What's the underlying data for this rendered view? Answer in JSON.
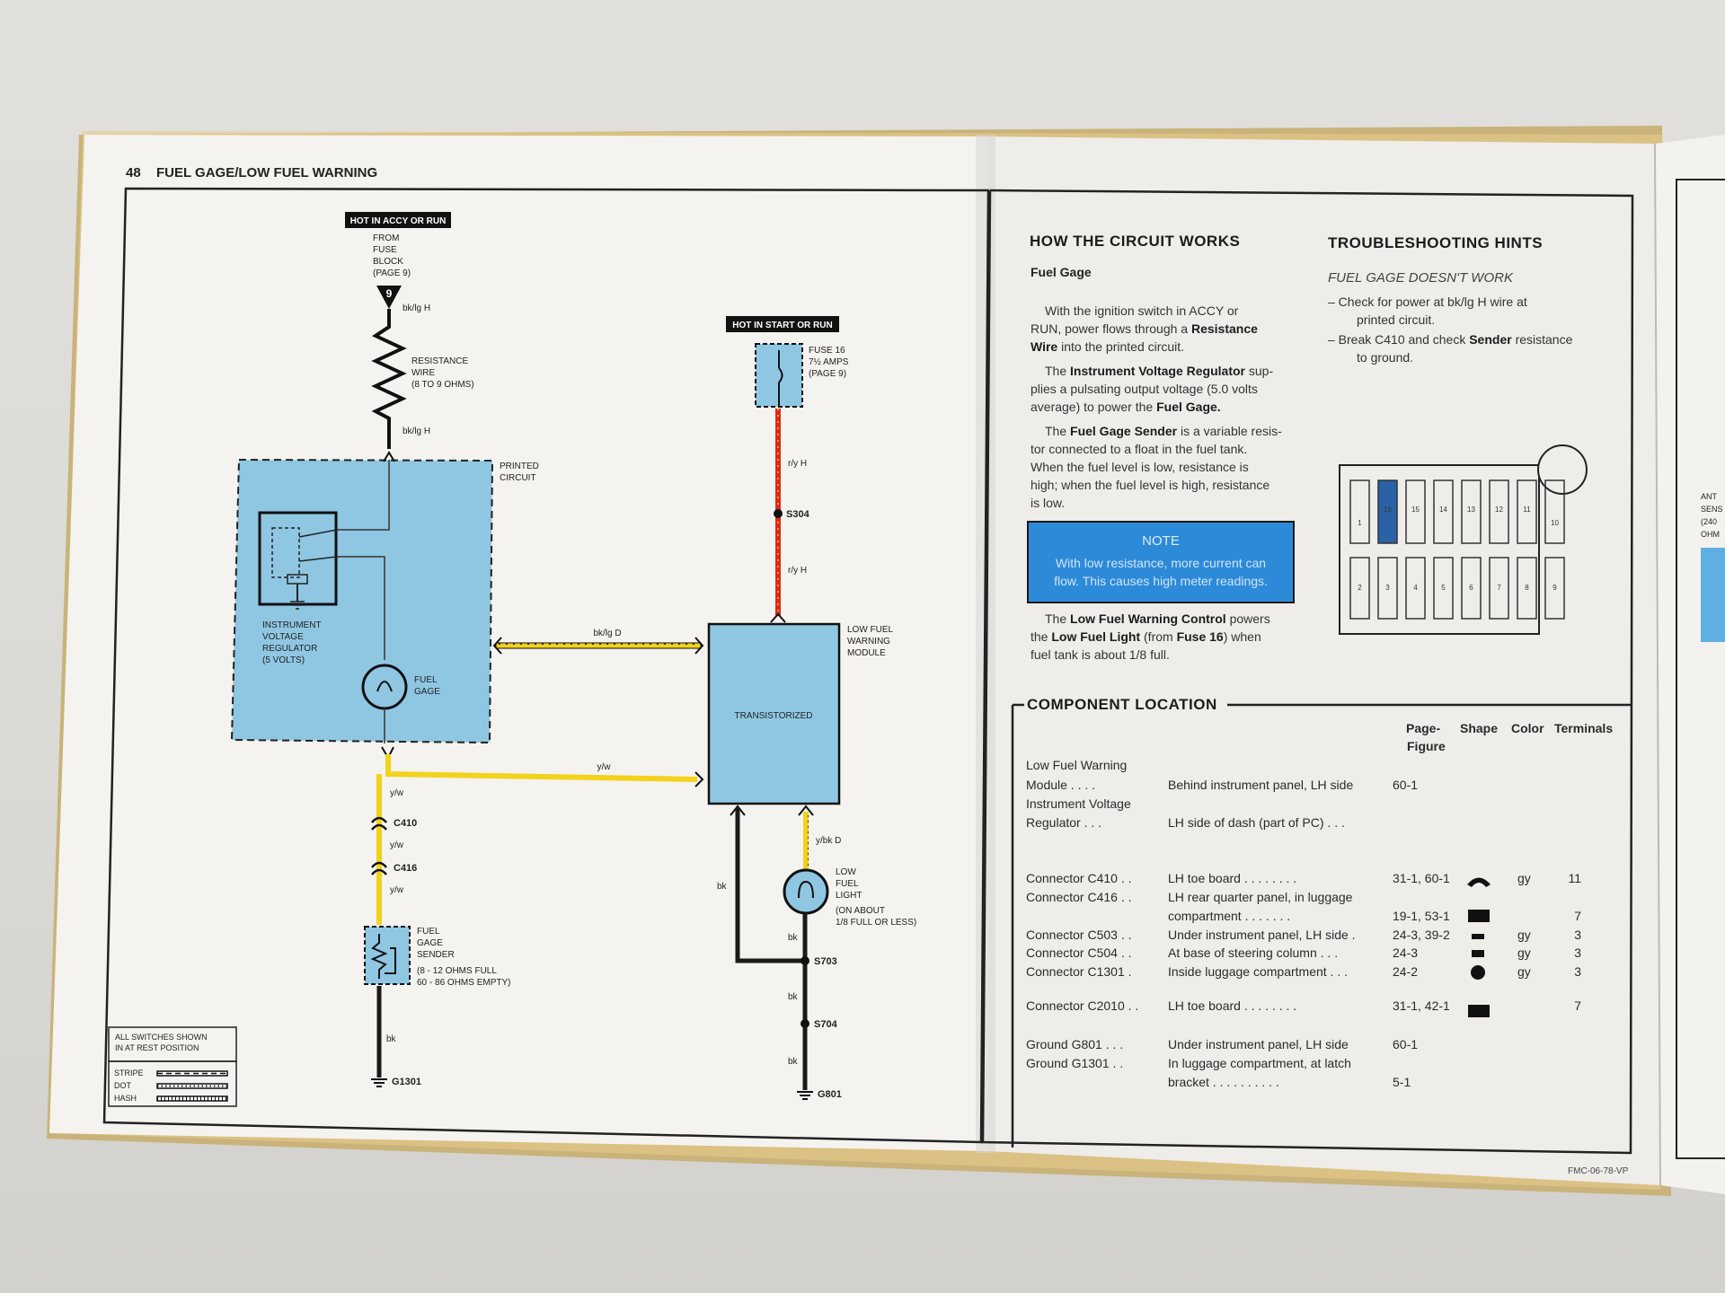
{
  "page": {
    "number": "48",
    "title": "FUEL GAGE/LOW FUEL WARNING",
    "code": "FMC-06-78-VP"
  },
  "diagram": {
    "hot_accy": "HOT IN ACCY OR RUN",
    "from_fuse": [
      "FROM",
      "FUSE",
      "BLOCK",
      "(PAGE 9)"
    ],
    "fuse9": "9",
    "wire_bklgH_1": "bk/lg H",
    "resistance_wire": [
      "RESISTANCE",
      "WIRE",
      "(8 TO 9 OHMS)"
    ],
    "wire_bklgH_2": "bk/lg H",
    "printed_circuit": [
      "PRINTED",
      "CIRCUIT"
    ],
    "regulator": [
      "INSTRUMENT",
      "VOLTAGE",
      "REGULATOR",
      "(5 VOLTS)"
    ],
    "fuel_gage": [
      "FUEL",
      "GAGE"
    ],
    "wire_bklgD": "bk/lg D",
    "wire_yw_h": "y/w",
    "wire_yw_1": "y/w",
    "c410": "C410",
    "wire_yw_2": "y/w",
    "c416": "C416",
    "wire_yw_3": "y/w",
    "sender": [
      "FUEL",
      "GAGE",
      "SENDER",
      "(8 - 12 OHMS FULL",
      "60 - 86 OHMS EMPTY)"
    ],
    "wire_bk_left": "bk",
    "g1301": "G1301",
    "hot_start": "HOT IN START OR RUN",
    "fuse16": [
      "FUSE 16",
      "7½ AMPS",
      "(PAGE 9)"
    ],
    "wire_ryH_1": "r/y H",
    "s304": "S304",
    "wire_ryH_2": "r/y H",
    "module_label": [
      "LOW FUEL",
      "WARNING",
      "MODULE"
    ],
    "module_text": "TRANSISTORIZED",
    "wire_ybkD": "y/bk D",
    "low_light": [
      "LOW",
      "FUEL",
      "LIGHT",
      "(ON ABOUT",
      "1/8 FULL OR LESS)"
    ],
    "wire_bk_mod": "bk",
    "wire_bk_s703": "bk",
    "s703": "S703",
    "wire_bk_s704": "bk",
    "s704": "S704",
    "wire_bk_g801": "bk",
    "g801": "G801",
    "legend": {
      "title": [
        "ALL SWITCHES SHOWN",
        "IN AT REST POSITION"
      ],
      "stripe": "STRIPE",
      "dot": "DOT",
      "hash": "HASH"
    }
  },
  "how": {
    "heading": "HOW THE CIRCUIT WORKS",
    "sub": "Fuel Gage",
    "p1": [
      [
        "With the ignition switch in ACCY or"
      ],
      [
        "RUN, power flows through a ",
        "Resistance"
      ],
      [
        "Wire",
        " into the printed circuit."
      ]
    ],
    "p2": [
      [
        "The ",
        "Instrument Voltage Regulator",
        " sup-"
      ],
      [
        "plies a pulsating output voltage (5.0 volts"
      ],
      [
        "average) to power the ",
        "Fuel Gage."
      ]
    ],
    "p3": [
      [
        "The ",
        "Fuel Gage Sender",
        " is a variable resis-"
      ],
      [
        "tor connected to a float in the fuel tank."
      ],
      [
        "When the fuel level is low, resistance is"
      ],
      [
        "high; when the fuel level is high, resistance"
      ],
      [
        "is low."
      ]
    ],
    "note_title": "NOTE",
    "note_lines": [
      "With low resistance, more current can",
      "flow.  This causes high meter readings."
    ],
    "p4": [
      [
        "The ",
        "Low Fuel Warning Control",
        " powers"
      ],
      [
        "the ",
        "Low Fuel Light",
        " (from ",
        "Fuse 16",
        ") when"
      ],
      [
        "fuel tank is about 1/8 full."
      ]
    ]
  },
  "hints": {
    "heading": "TROUBLESHOOTING HINTS",
    "title": "FUEL GAGE DOESN'T WORK",
    "lines": [
      "– Check  for  power  at  bk/lg  H  wire  at",
      "printed circuit.",
      "– Break C410 and check ",
      "Sender",
      " resistance",
      "to ground."
    ]
  },
  "fuse_block": {
    "top": [
      "1",
      "16",
      "15",
      "14",
      "13",
      "12",
      "11",
      "10"
    ],
    "bottom": [
      "2",
      "3",
      "4",
      "5",
      "6",
      "7",
      "8",
      "9"
    ],
    "highlight_color": "#2a62a8"
  },
  "location": {
    "heading": "COMPONENT LOCATION",
    "columns": [
      "Page-",
      "Figure",
      "Shape",
      "Color",
      "Terminals"
    ],
    "rows": [
      {
        "name": "Low Fuel Warning",
        "loc": "",
        "fig": "",
        "color": "",
        "term": ""
      },
      {
        "name": "   Module  .  .  .  .",
        "loc": "Behind instrument panel, LH side",
        "fig": "60-1",
        "color": "",
        "term": ""
      },
      {
        "name": "Instrument Voltage",
        "loc": "",
        "fig": "",
        "color": "",
        "term": ""
      },
      {
        "name": "   Regulator  .  .  .",
        "loc": "LH side of dash (part of PC)   .  .  .",
        "fig": "",
        "color": "",
        "term": ""
      },
      {
        "name": "Connector C410  .  .",
        "loc": "LH toe board  .  .  .  .  .  .  .  .",
        "fig": "31-1, 60-1",
        "color": "gy",
        "term": "11"
      },
      {
        "name": "Connector C416  .  .",
        "loc": "LH rear quarter panel, in luggage",
        "fig": "",
        "color": "",
        "term": ""
      },
      {
        "name": "",
        "loc": "   compartment  .  .  .  .  .  .  .",
        "fig": "19-1, 53-1",
        "color": "",
        "term": "7"
      },
      {
        "name": "Connector C503  .  .",
        "loc": "Under instrument panel, LH side  .",
        "fig": "24-3, 39-2",
        "color": "gy",
        "term": "3"
      },
      {
        "name": "Connector C504  .  .",
        "loc": "At base of steering column  .  .  .",
        "fig": "24-3",
        "color": "gy",
        "term": "3"
      },
      {
        "name": "Connector C1301  .",
        "loc": "Inside luggage compartment  .  .  .",
        "fig": "24-2",
        "color": "gy",
        "term": "3"
      },
      {
        "name": "Connector C2010  .  .",
        "loc": "LH toe board  .  .  .  .  .  .  .  .",
        "fig": "31-1, 42-1",
        "color": "",
        "term": "7"
      },
      {
        "name": "Ground G801  .  .  .",
        "loc": "Under instrument panel, LH side",
        "fig": "60-1",
        "color": "",
        "term": ""
      },
      {
        "name": "Ground G1301  .  .",
        "loc": "In luggage compartment, at latch",
        "fig": "",
        "color": "",
        "term": ""
      },
      {
        "name": "",
        "loc": "   bracket  .  .  .  .  .  .  .  .  .  .",
        "fig": "5-1",
        "color": "",
        "term": ""
      }
    ]
  },
  "next_page": {
    "text": [
      "ANT",
      "SENS",
      "(240",
      "OHM"
    ]
  },
  "colors": {
    "module_blue": "#8fc7e3",
    "note_blue": "#2d8ad8",
    "wire_yellow": "#f2d21a",
    "wire_red": "#e0281a",
    "wire_black": "#1a1a1a"
  }
}
